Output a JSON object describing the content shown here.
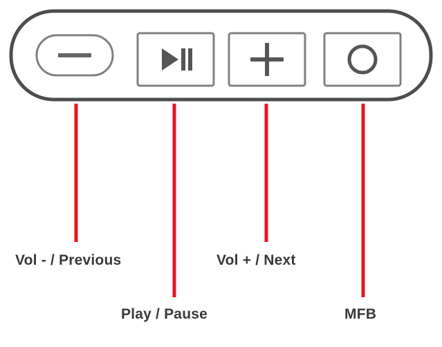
{
  "diagram": {
    "type": "device-button-callout",
    "device": {
      "name": "earbud-charging-case-control-bar",
      "shape": "rounded-capsule-outline",
      "outline_color": "#4d4d4d",
      "background_color": "#ffffff"
    },
    "colors": {
      "outline": "#4d4d4d",
      "button_border": "#808080",
      "glyph": "#555555",
      "leader_line": "#e8161f",
      "label_text": "#3a3a3a",
      "page_background": "#ffffff"
    },
    "buttons": [
      {
        "id": "vol-minus",
        "icon": "minus-icon",
        "label": "Vol - / Previous"
      },
      {
        "id": "play-pause",
        "icon": "play-pause-icon",
        "label": "Play / Pause"
      },
      {
        "id": "vol-plus",
        "icon": "plus-icon",
        "label": "Vol + / Next"
      },
      {
        "id": "mfb",
        "icon": "circle-icon",
        "label": "MFB"
      }
    ]
  }
}
